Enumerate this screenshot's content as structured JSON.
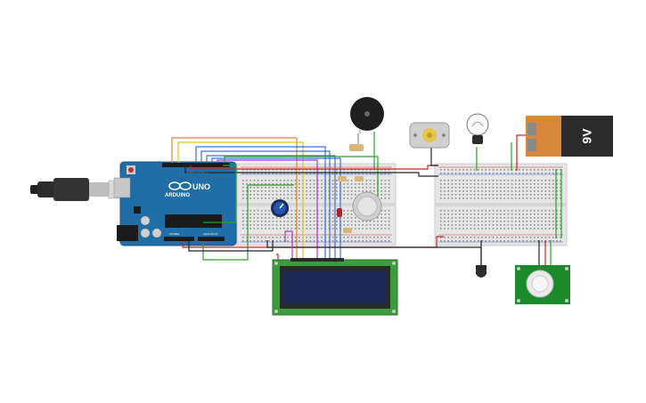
{
  "arduino": {
    "brand": "ARDUINO",
    "model": "UNO",
    "header_digital": "DIGITAL (PWM~)",
    "header_power": "POWER",
    "header_analog": "ANALOG IN"
  },
  "battery": {
    "label": "9V"
  },
  "colors": {
    "wire_red": "#d42020",
    "wire_black": "#222222",
    "wire_green": "#2aa02a",
    "wire_blue": "#3a6fd8",
    "wire_orange": "#e08a1a",
    "wire_yellow": "#e0c020",
    "wire_purple": "#9a3fd0",
    "arduino_blue": "#1f6ea8",
    "lcd_green": "#3c9b3c",
    "lcd_screen": "#1a2a55",
    "pir_green": "#1a8a2a",
    "battery_copper": "#d9873a",
    "battery_black": "#2b2b2b"
  },
  "components": [
    "arduino-uno",
    "usb-cable",
    "breadboard-left",
    "breadboard-right",
    "potentiometer",
    "piezo-buzzer",
    "dc-motor",
    "light-bulb",
    "battery-9v",
    "lcd-16x2",
    "temperature-sensor",
    "pir-sensor",
    "gas-sensor",
    "red-led",
    "resistors"
  ]
}
